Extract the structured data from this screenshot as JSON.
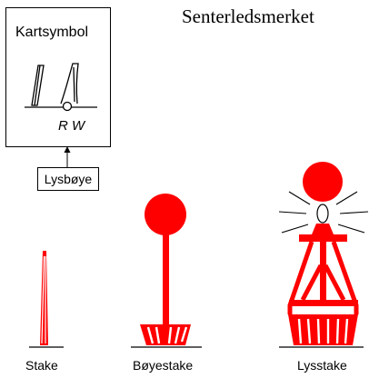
{
  "title": "Senterledsmerket",
  "chart_symbol": {
    "heading": "Kartsymbol",
    "light_characteristic": "R W",
    "callout": "Lysbøye"
  },
  "beacons": [
    {
      "name": "Stake"
    },
    {
      "name": "Bøyestake"
    },
    {
      "name": "Lysstake"
    }
  ],
  "colors": {
    "mark": "#ff0000",
    "stripe": "#ffffff",
    "outline": "#000000"
  }
}
